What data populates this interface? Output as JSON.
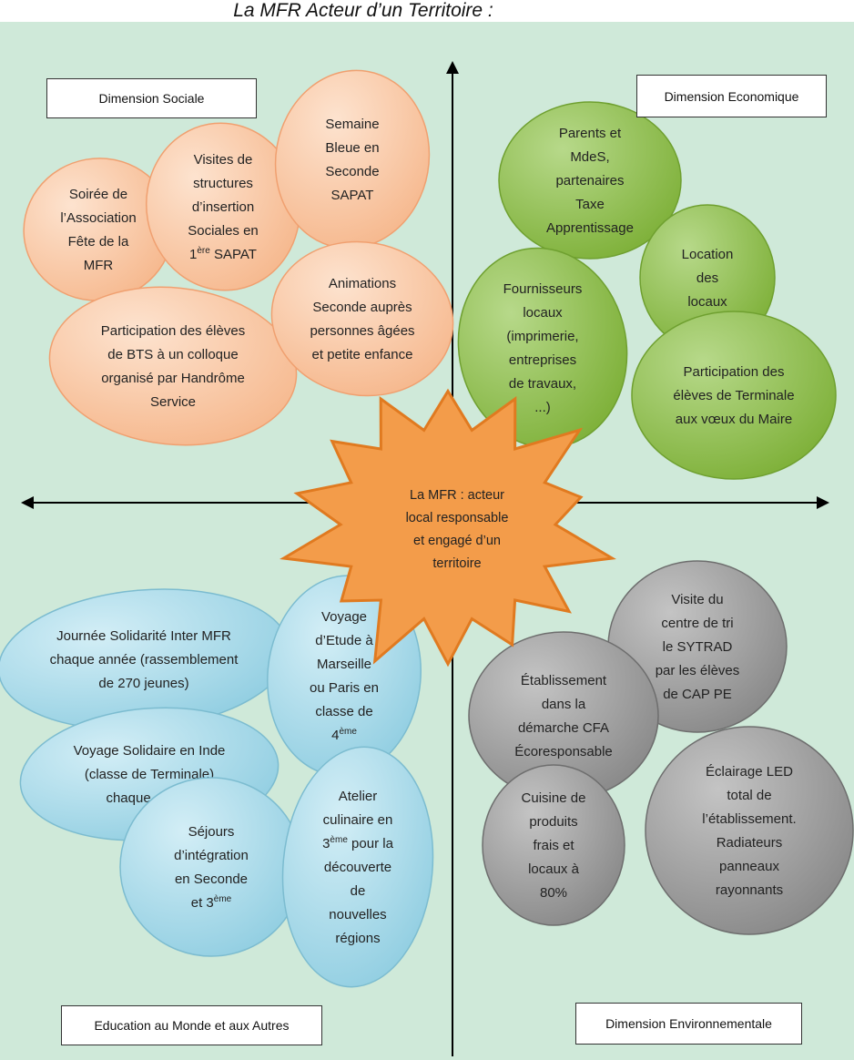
{
  "title": "La MFR Acteur d’un Territoire :",
  "center": {
    "lines": [
      "La MFR : acteur",
      "local responsable",
      "et engagé d’un",
      "territoire"
    ],
    "color": "#f39c4a"
  },
  "dimensions": {
    "sociale": "Dimension Sociale",
    "economique": "Dimension Economique",
    "education": "Education au Monde et aux Autres",
    "environnementale": "Dimension Environnementale"
  },
  "colors": {
    "background": "#cfe9d9",
    "sociale": "#f8c6a3",
    "economique": "#8fbf4a",
    "education": "#a9dbe9",
    "environnementale": "#9e9e9e",
    "axis": "#000000"
  },
  "sociale_items": [
    {
      "id": "soiree",
      "lines": [
        "Soirée de",
        "l’Association",
        "Fête de la",
        "MFR"
      ]
    },
    {
      "id": "visites",
      "lines": [
        "Visites de",
        "structures",
        "d’insertion",
        "Sociales en",
        "1ère SAPAT"
      ],
      "sup": "ère"
    },
    {
      "id": "semaine",
      "lines": [
        "Semaine",
        "Bleue en",
        "Seconde",
        "SAPAT"
      ]
    },
    {
      "id": "animations",
      "lines": [
        "Animations",
        "Seconde auprès",
        "personnes âgées",
        "et petite enfance"
      ]
    },
    {
      "id": "participation-bts",
      "lines": [
        "Participation des élèves",
        "de BTS à un colloque",
        "organisé par Handrôme",
        "Service"
      ]
    }
  ],
  "economique_items": [
    {
      "id": "parents",
      "lines": [
        "Parents et",
        "MdeS,",
        "partenaires",
        "Taxe",
        "Apprentissage"
      ]
    },
    {
      "id": "location",
      "lines": [
        "Location",
        "des",
        "locaux"
      ]
    },
    {
      "id": "fournisseurs",
      "lines": [
        "Fournisseurs",
        "locaux",
        "(imprimerie,",
        "entreprises",
        "de travaux,",
        "...)"
      ]
    },
    {
      "id": "voeux",
      "lines": [
        "Participation des",
        "élèves de Terminale",
        "aux vœux du Maire"
      ]
    }
  ],
  "education_items": [
    {
      "id": "journee",
      "lines": [
        "Journée Solidarité Inter MFR",
        "chaque année (rassemblement",
        "de 270 jeunes)"
      ]
    },
    {
      "id": "voyage-etude",
      "lines": [
        "Voyage",
        "d’Etude à",
        "Marseille",
        "ou Paris en",
        "classe de",
        "4ème"
      ]
    },
    {
      "id": "voyage-inde",
      "lines": [
        "Voyage Solidaire en Inde",
        "(classe de Terminale)",
        "chaque année"
      ]
    },
    {
      "id": "sejours",
      "lines": [
        "Séjours",
        "d’intégration",
        "en Seconde",
        "et 3ème"
      ]
    },
    {
      "id": "atelier",
      "lines": [
        "Atelier",
        "culinaire en",
        "3ème pour la",
        "découverte",
        "de",
        "nouvelles",
        "régions"
      ]
    }
  ],
  "environnementale_items": [
    {
      "id": "visite-tri",
      "lines": [
        "Visite du",
        "centre de tri",
        "le SYTRAD",
        "par les élèves",
        "de CAP PE"
      ]
    },
    {
      "id": "etablissement",
      "lines": [
        "Établissement",
        "dans la",
        "démarche CFA",
        "Écoresponsable"
      ]
    },
    {
      "id": "cuisine",
      "lines": [
        "Cuisine de",
        "produits",
        "frais et",
        "locaux à",
        "80%"
      ]
    },
    {
      "id": "eclairage",
      "lines": [
        "Éclairage LED",
        "total de",
        "l’établissement.",
        "Radiateurs",
        "panneaux",
        "rayonnants"
      ]
    }
  ]
}
